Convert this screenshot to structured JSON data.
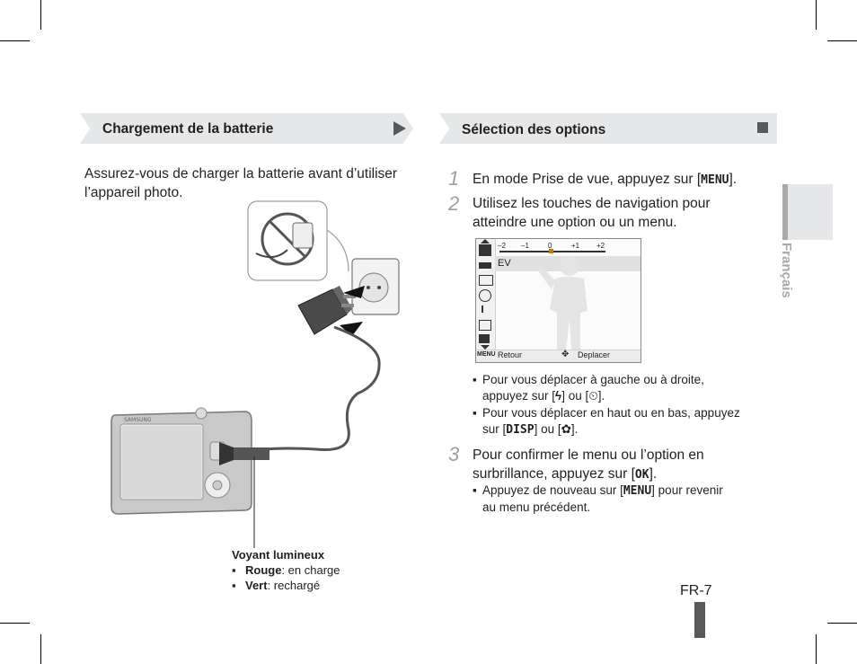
{
  "left": {
    "header": "Chargement de la batterie",
    "intro_line1": "Assurez-vous de charger la batterie avant d’utiliser",
    "intro_line2": "l’appareil photo.",
    "camera_brand": "SAMSUNG",
    "indicator_title": "Voyant lumineux",
    "indicator_items": [
      {
        "term": "Rouge",
        "desc": ": en charge"
      },
      {
        "term": "Vert",
        "desc": ": rechargé"
      }
    ]
  },
  "right": {
    "header": "Sélection des options",
    "step1_num": "1",
    "step1_text": "En mode Prise de vue, appuyez sur [",
    "step1_key": "MENU",
    "step1_end": "].",
    "step2_num": "2",
    "step2_line1": "Utilisez les touches de navigation pour",
    "step2_line2": "atteindre une option ou un menu.",
    "lcd": {
      "scale": [
        "–2",
        "–1",
        "0",
        "+1",
        "+2"
      ],
      "option_label": "EV",
      "footer_menu": "MENU",
      "footer_back": "Retour",
      "footer_move": "Deplacer"
    },
    "bullet1_line1": "Pour vous déplacer à gauche ou à droite,",
    "bullet1_line2a": "appuyez sur [",
    "bullet1_line2b": "] ou [",
    "bullet1_line2c": "].",
    "bullet2_line1": "Pour vous déplacer en haut ou en bas, appuyez",
    "bullet2_line2a": "sur [",
    "bullet2_key": "DISP",
    "bullet2_line2b": "] ou [",
    "bullet2_line2c": "].",
    "step3_num": "3",
    "step3_line1": "Pour confirmer le menu ou l’option en",
    "step3_line2a": "surbrillance, appuyez sur [",
    "step3_key": "OK",
    "step3_line2b": "].",
    "bullet3_line1a": "Appuyez de nouveau sur [",
    "bullet3_key": "MENU",
    "bullet3_line1b": "] pour revenir",
    "bullet3_line2": "au menu précédent."
  },
  "side_tab": "Français",
  "page_number": "FR-7",
  "bullet_mark": "▪"
}
